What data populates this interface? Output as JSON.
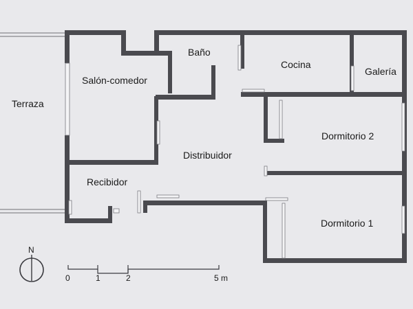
{
  "rooms": {
    "terraza": "Terraza",
    "salon": "Salón-comedor",
    "bano": "Baño",
    "cocina": "Cocina",
    "galeria": "Galería",
    "distribuidor": "Distribuidor",
    "dormitorio2": "Dormitorio 2",
    "recibidor": "Recibidor",
    "dormitorio1": "Dormitorio 1"
  },
  "compass": {
    "label": "N"
  },
  "scale": {
    "t0": "0",
    "t1": "1",
    "t2": "2",
    "t5": "5 m"
  },
  "colors": {
    "paper": "#e9e9ec",
    "wall": "#4a4a4f"
  }
}
